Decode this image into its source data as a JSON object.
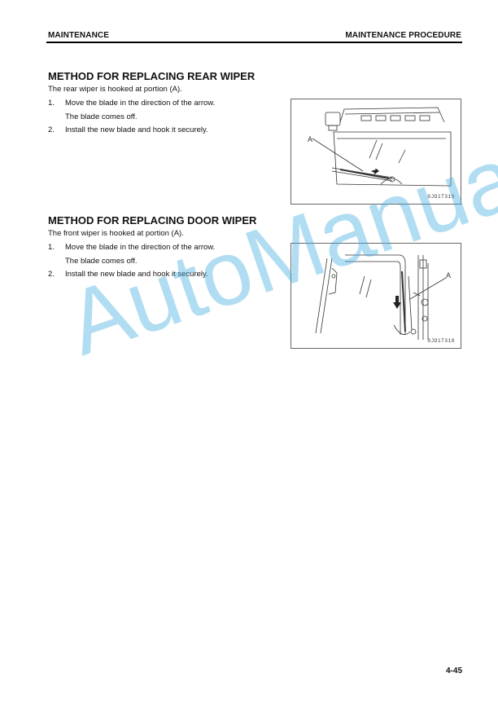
{
  "header": {
    "left": "MAINTENANCE",
    "right": "MAINTENANCE PROCEDURE"
  },
  "rear": {
    "title": "METHOD FOR REPLACING REAR WIPER",
    "intro": "The rear wiper is hooked at portion (A).",
    "steps": [
      {
        "num": "1.",
        "text": "Move the blade in the direction of the arrow.",
        "sub": "The blade comes off."
      },
      {
        "num": "2.",
        "text": "Install the new blade and hook it securely."
      }
    ],
    "figure": {
      "label": "A",
      "code": "9JD1T319"
    }
  },
  "door": {
    "title": "METHOD FOR REPLACING DOOR WIPER",
    "intro": "The front wiper is hooked at portion (A).",
    "steps": [
      {
        "num": "1.",
        "text": "Move the blade in the direction of the arrow.",
        "sub": "The blade comes off."
      },
      {
        "num": "2.",
        "text": "Install the new blade and hook it securely."
      }
    ],
    "figure": {
      "label": "A",
      "code": "9JD1T318"
    }
  },
  "watermark": "AutoManual",
  "page_number": "4-45"
}
